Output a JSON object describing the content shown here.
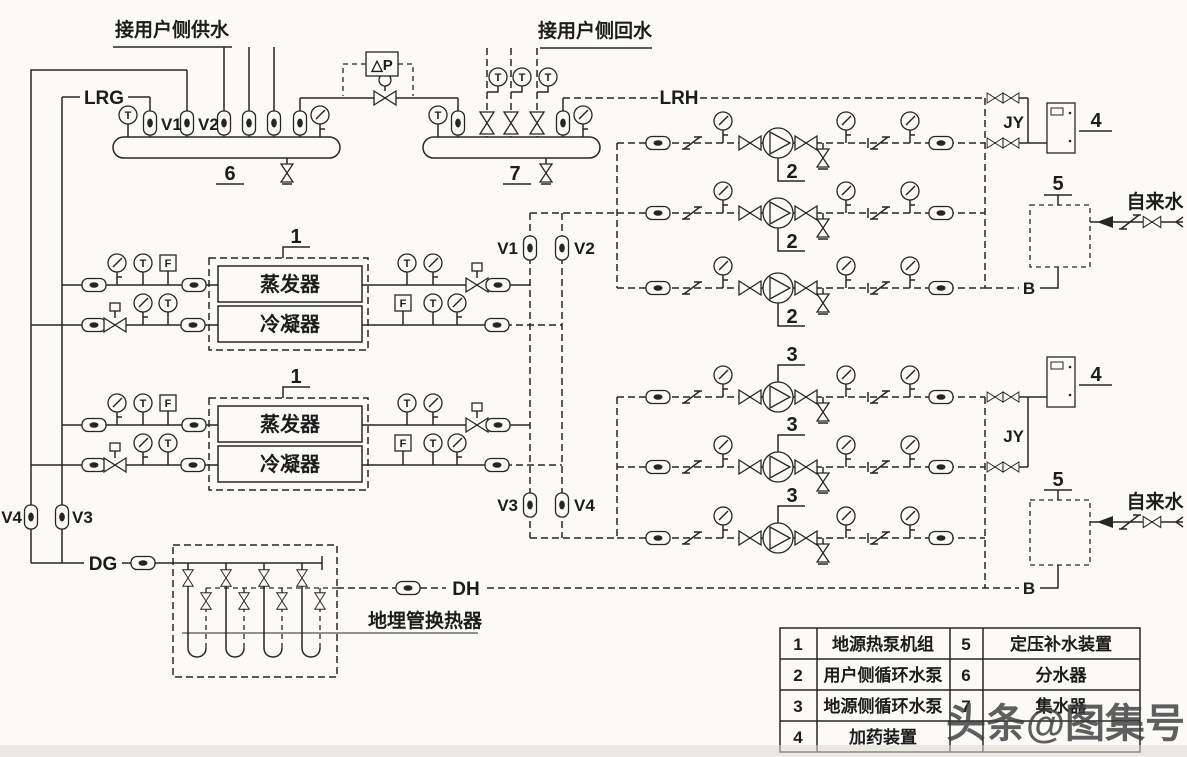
{
  "diagram": {
    "title_supply": "接用户侧供水",
    "title_return": "接用户侧回水",
    "pipes": {
      "lrg": "LRG",
      "lrh": "LRH",
      "dg": "DG",
      "dh": "DH",
      "jy": "JY",
      "b": "B"
    },
    "valves": {
      "v1": "V1",
      "v2": "V2",
      "v3": "V3",
      "v4": "V4"
    },
    "equipment": {
      "evaporator": "蒸发器",
      "condenser": "冷凝器",
      "ground_hx": "地埋管换热器",
      "tap_water": "自来水"
    },
    "numbers": {
      "n1": "1",
      "n2": "2",
      "n3": "3",
      "n4": "4",
      "n5": "5",
      "n6": "6",
      "n7": "7"
    },
    "gauges": {
      "t": "T",
      "f": "F",
      "dp": "△P"
    }
  },
  "legend": {
    "rows": [
      {
        "no": "1",
        "name": "地源热泵机组",
        "no2": "5",
        "name2": "定压补水装置"
      },
      {
        "no": "2",
        "name": "用户侧循环水泵",
        "no2": "6",
        "name2": "分水器"
      },
      {
        "no": "3",
        "name": "地源侧循环水泵",
        "no2": "7",
        "name2": "集水器"
      },
      {
        "no": "4",
        "name": "加药装置",
        "no2": "",
        "name2": ""
      }
    ]
  },
  "watermark": "头条@图集号",
  "colors": {
    "line": "#262626",
    "bg": "#fbfaf7"
  }
}
